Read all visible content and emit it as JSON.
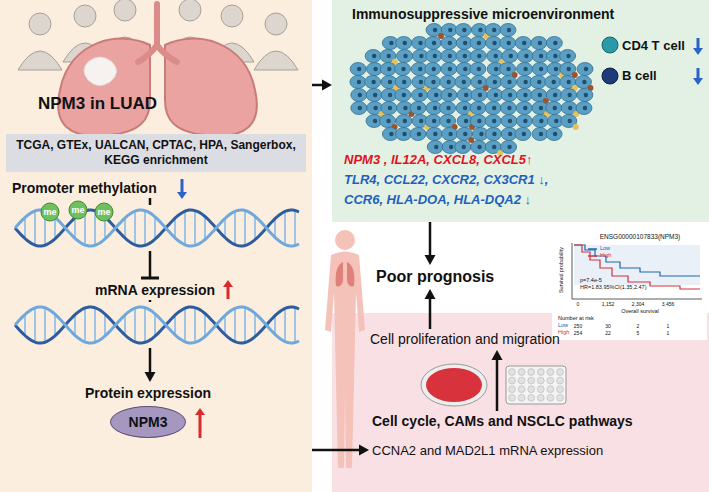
{
  "diagram": {
    "nodes": [
      {
        "text": [
          "NPM3 in LUAD"
        ]
      },
      {
        "text": [
          "TCGA, GTEx, UALCAN, CPTAC, HPA, Sangerbox, KEGG enrichment"
        ],
        "in": 0
      },
      {
        "text": [
          "Promoter methylation"
        ],
        "in": 0
      },
      {
        "text": [
          "mRNA expression"
        ],
        "in": 0
      },
      {
        "text": [
          "Protein expression",
          "NPM3"
        ],
        "in": 0
      },
      {
        "text": [
          "Immunosuppressive microenvironment",
          "CD4 T cell",
          "B cell",
          "NPM3 , IL12A, CXCL8, CXCL5↑",
          "TLR4, CCL22, CXCR2, CX3CR1 ↓,",
          "CCR6, HLA-DOA, HLA-DQA2 ↓"
        ]
      },
      {
        "text": [
          "Poor prognosis"
        ]
      },
      {
        "text": [
          "Cell proliferation and migration"
        ]
      },
      {
        "text": [
          "Cell cycle, CAMs and NSCLC pathways",
          "CCNA2 and MAD2L1 mRNA expression"
        ]
      }
    ],
    "edges": [
      {
        "from": 0,
        "to": 5,
        "arrow": "to"
      },
      {
        "from": 0,
        "to": 8,
        "arrow": "to"
      },
      {
        "from": 2,
        "to": 3,
        "arrow": "to"
      },
      {
        "from": 3,
        "to": 4,
        "arrow": "to"
      },
      {
        "from": 5,
        "to": 6,
        "arrow": "to"
      },
      {
        "from": 7,
        "to": 6,
        "arrow": "to"
      },
      {
        "from": 8,
        "to": 7,
        "arrow": "to"
      }
    ],
    "labels": [
      "me",
      "me",
      "me",
      "ENSG00000107833(NPM3)",
      "Low",
      "High",
      "Survival probability",
      "p=7.4e-5",
      "HR=1.83,95%CI(1.35,2.47)",
      "0",
      "1,152",
      "2,304",
      "3,456",
      "Overall survival",
      "Number at risk",
      "Low",
      "250",
      "30",
      "2",
      "1",
      "High",
      "254",
      "22",
      "5",
      "1"
    ]
  }
}
